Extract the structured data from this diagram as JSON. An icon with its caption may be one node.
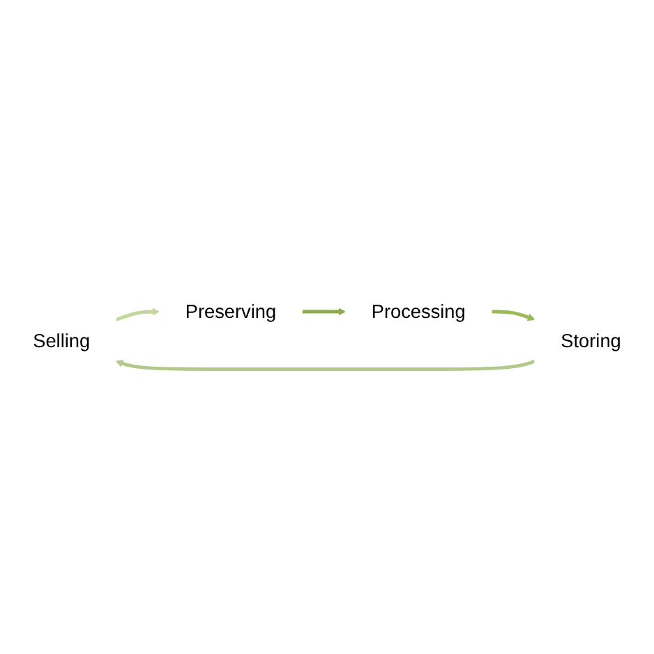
{
  "diagram": {
    "nodes": [
      {
        "text": [
          "Selling"
        ]
      },
      {
        "text": [
          "Preserving"
        ]
      },
      {
        "text": [
          "Storing"
        ]
      },
      {
        "text": [
          "Processing"
        ]
      }
    ],
    "edges": [
      {
        "from": 0,
        "to": 1,
        "arrow": "to",
        "color": "#c3d69b"
      },
      {
        "from": 1,
        "to": 3,
        "arrow": "to",
        "color": "#8aab4e"
      },
      {
        "from": 3,
        "to": 2,
        "arrow": "to",
        "color": "#9bbb59"
      },
      {
        "from": 2,
        "to": 0,
        "arrow": "to",
        "color": "#b3c98c"
      }
    ]
  }
}
